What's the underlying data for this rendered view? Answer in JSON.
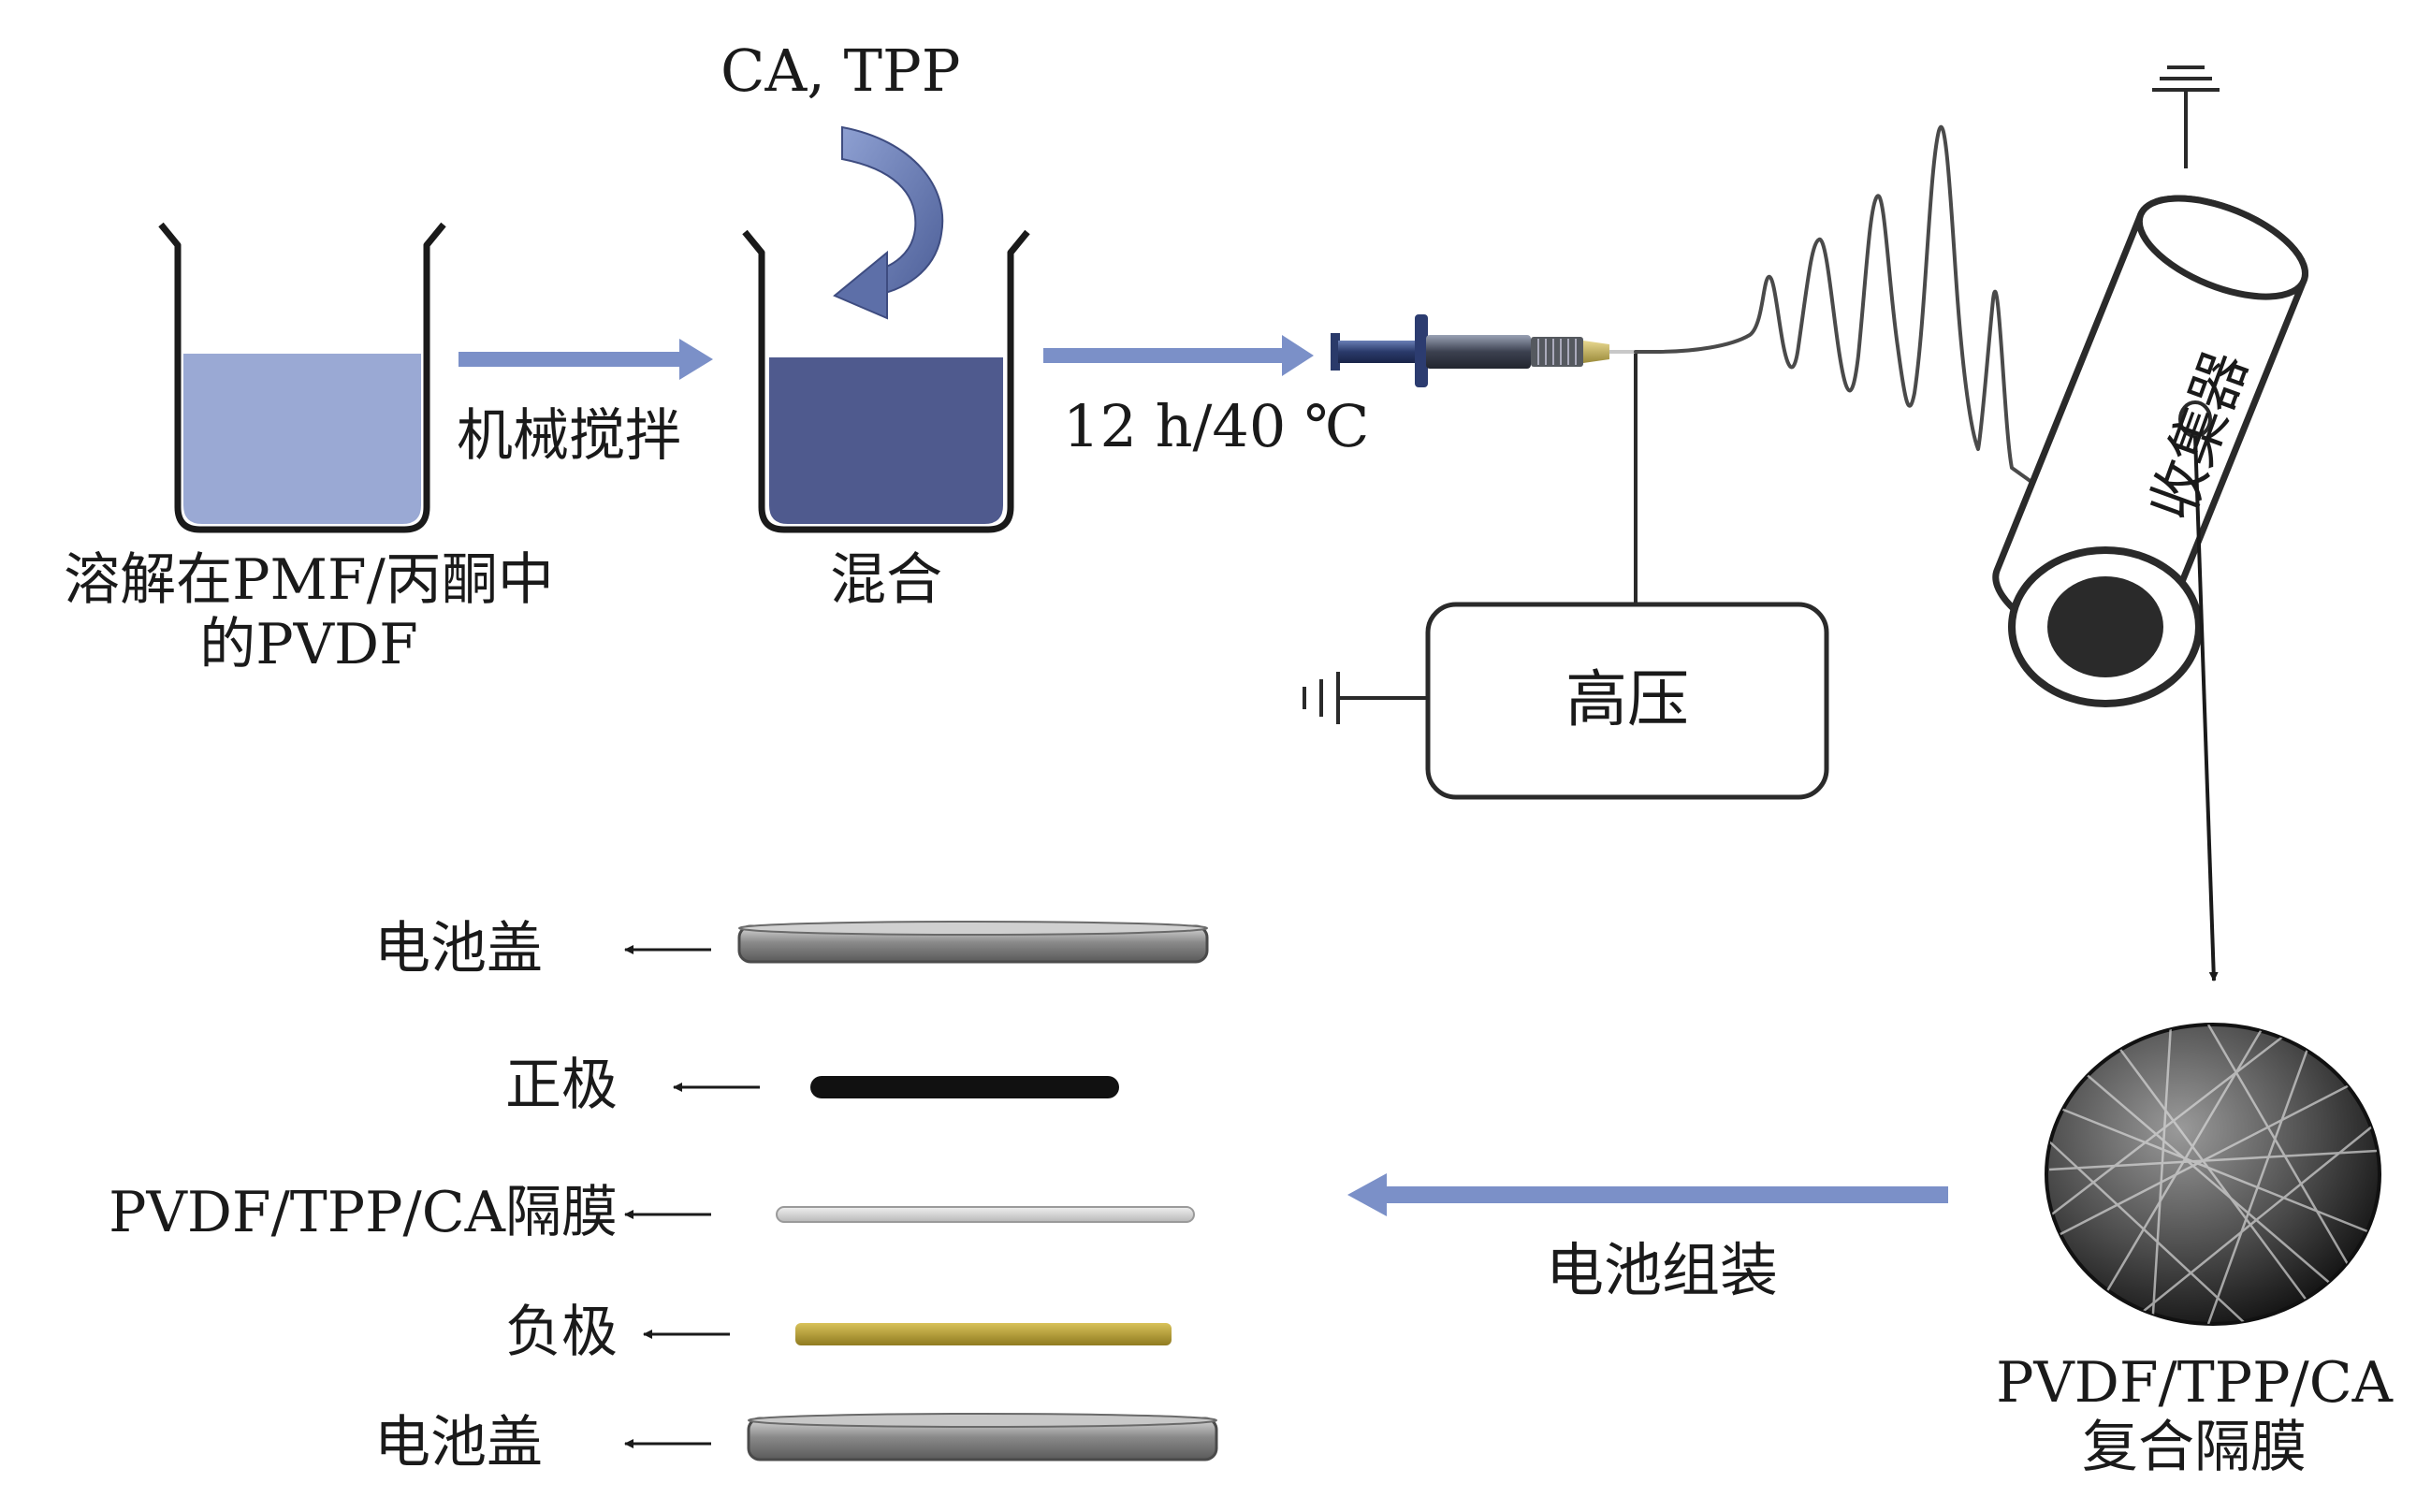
{
  "labels": {
    "additive": "CA, TPP",
    "beaker1_caption_line1": "溶解在PMF/丙酮中",
    "beaker1_caption_line2": "的PVDF",
    "beaker2_caption": "混合",
    "step_stirring": "机械搅拌",
    "step_condition": "12 h/40 ℃",
    "high_voltage": "高压",
    "collector": "收集器",
    "membrane_line1": "PVDF/TPP/CA",
    "membrane_line2": "复合隔膜",
    "battery_assembly": "电池组装"
  },
  "battery_stack": [
    {
      "label": "电池盖",
      "color": "#8f8f8f"
    },
    {
      "label": "正极",
      "color": "#111111"
    },
    {
      "label": "PVDF/TPP/CA隔膜",
      "color": "#c9c9c9"
    },
    {
      "label": "负极",
      "color": "#b39a2e"
    },
    {
      "label": "电池盖",
      "color": "#6f6f6f"
    }
  ],
  "colors": {
    "arrow_blue": "#7b90c8",
    "solution_light": "#9aa9d4",
    "solution_dark": "#4f5a8e",
    "line": "#2a2a2a"
  }
}
